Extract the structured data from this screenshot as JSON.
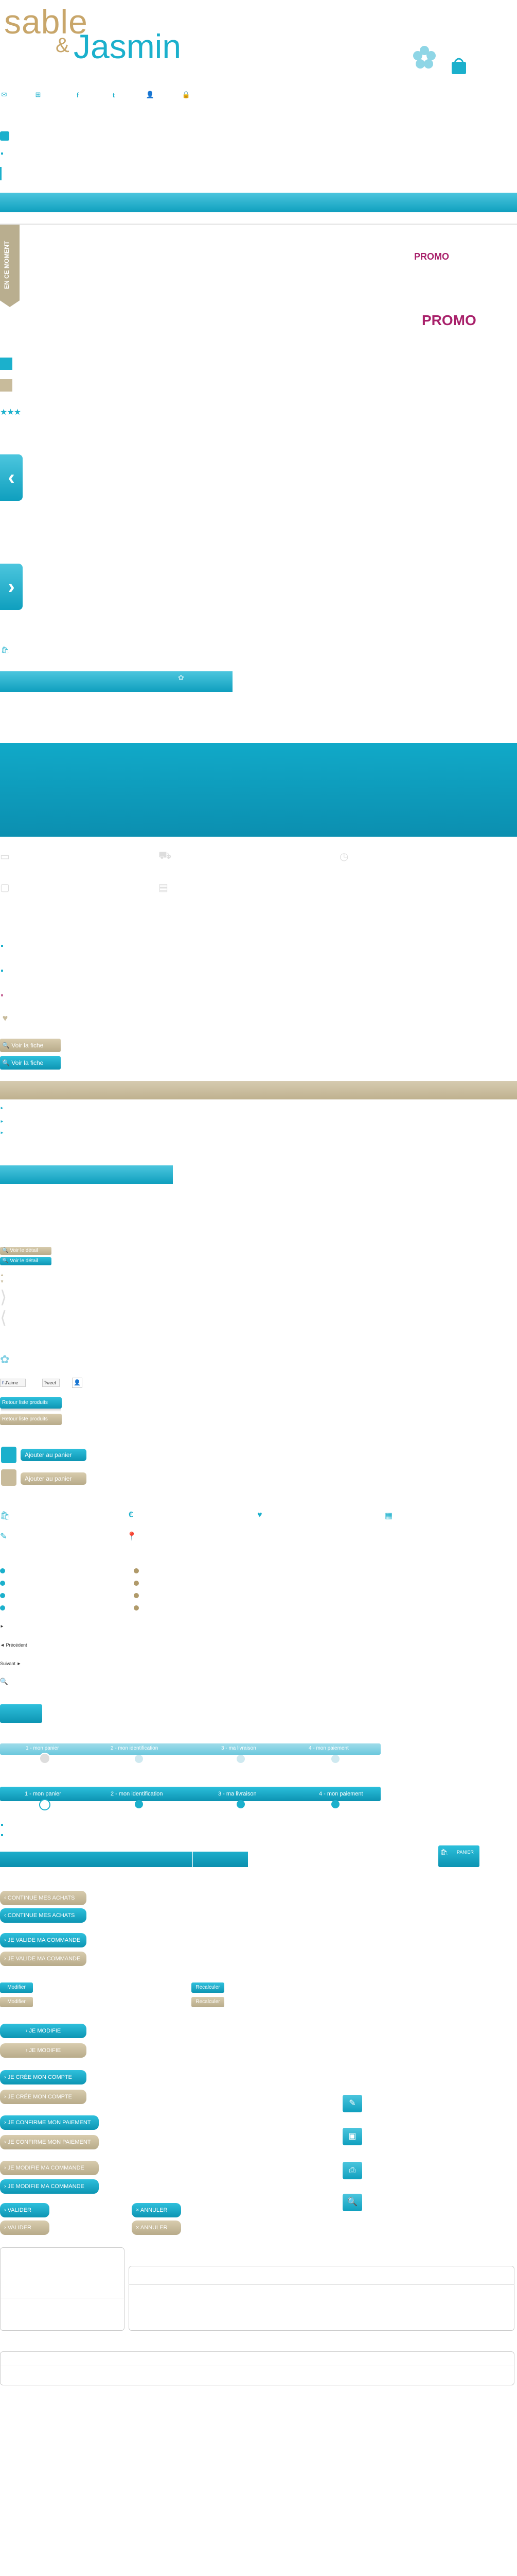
{
  "logo": {
    "word1": "sable",
    "amp": "&",
    "word2": "Jasmin"
  },
  "header_icons": [
    "mail-icon",
    "sitemap-icon",
    "facebook-icon",
    "twitter-icon",
    "user-icon",
    "lock-icon"
  ],
  "promo": {
    "label_small": "PROMO",
    "label_large": "PROMO"
  },
  "ribbon": {
    "text": "EN CE MOMENT"
  },
  "product": {
    "see_sheet": "Voir la fiche",
    "see_detail": "Voir le détail",
    "back_products": "Retour liste produits",
    "add_to_cart": "Ajouter au panier",
    "like": "J'aime",
    "tweet": "Tweet"
  },
  "pagination": {
    "prev": "Précédent",
    "next": "Suivant"
  },
  "steps": [
    "1 - mon panier",
    "2 - mon identification",
    "3 - ma livraison",
    "4 - mon paiement"
  ],
  "cart_label": "PANIER",
  "actions": {
    "continue": "CONTINUE MES ACHATS",
    "validate_order": "JE VALIDE MA COMMANDE",
    "modify": "Modifier",
    "recalc": "Recalculer",
    "i_modify": "JE MODIFIE",
    "create_account": "JE CRÉE MON COMPTE",
    "confirm_payment": "JE CONFIRME MON PAIEMENT",
    "modify_order": "JE MODIFIE MA COMMANDE",
    "validate": "VALIDER",
    "cancel": "ANNULER"
  },
  "colors": {
    "blue": "#1bb0cc",
    "beige": "#c8bb9b",
    "promo": "#a8206a",
    "gold": "#d2a25a"
  }
}
